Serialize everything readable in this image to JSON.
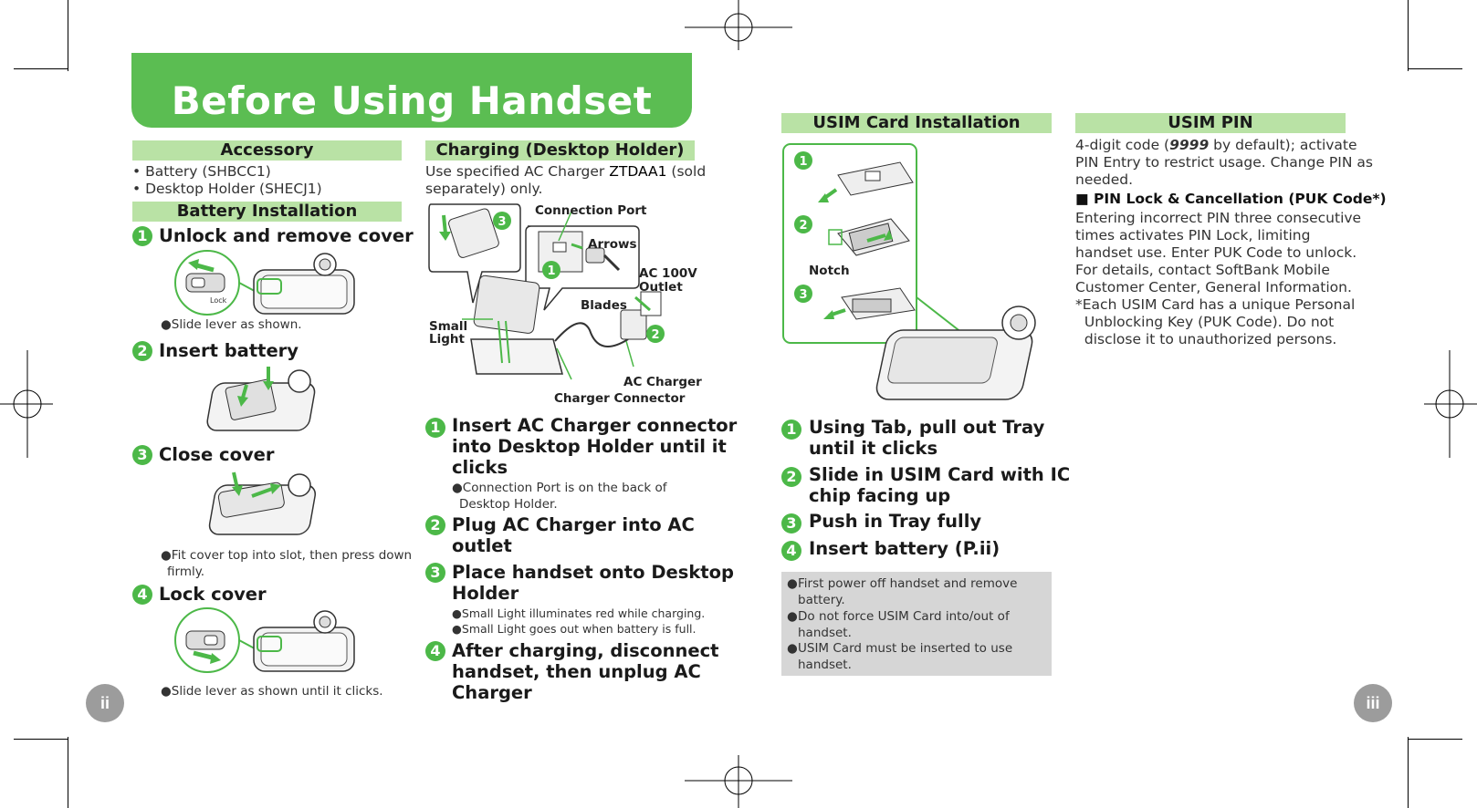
{
  "title": "Before Using Handset",
  "accessory": {
    "heading": "Accessory",
    "items": [
      "• Battery (SHBCC1)",
      "• Desktop Holder (SHECJ1)"
    ]
  },
  "battery_installation": {
    "heading": "Battery Installation",
    "steps": [
      {
        "num": "1",
        "text": "Unlock and remove cover",
        "note": "●Slide lever as shown."
      },
      {
        "num": "2",
        "text": "Insert battery"
      },
      {
        "num": "3",
        "text": "Close cover",
        "note1": "●Fit cover top into slot, then press down",
        "note2": "firmly."
      },
      {
        "num": "4",
        "text": "Lock cover",
        "note": "●Slide lever as shown until it clicks."
      }
    ],
    "lock_label": "Lock"
  },
  "charging": {
    "heading": "Charging (Desktop Holder)",
    "intro_1a": "Use specified AC Charger ",
    "intro_1b": "ZTDAA1",
    "intro_1c": " (sold",
    "intro_2": "separately) only.",
    "labels": {
      "connection_port": "Connection Port",
      "arrows": "Arrows",
      "ac_outlet_1": "AC 100V",
      "ac_outlet_2": "Outlet",
      "blades": "Blades",
      "small_light_1": "Small",
      "small_light_2": "Light",
      "ac_charger": "AC Charger",
      "charger_connector": "Charger Connector"
    },
    "steps": [
      {
        "num": "1",
        "l1": "Insert AC Charger connector",
        "l2": "into Desktop Holder until it",
        "l3": "clicks",
        "n1": "●Connection Port is on the back of",
        "n2": "Desktop Holder."
      },
      {
        "num": "2",
        "l1": "Plug AC Charger into AC",
        "l2": "outlet"
      },
      {
        "num": "3",
        "l1": "Place handset onto Desktop",
        "l2": "Holder",
        "n1": "●Small Light illuminates red while charging.",
        "n2": "●Small Light goes out when battery is full."
      },
      {
        "num": "4",
        "l1": "After charging, disconnect",
        "l2": "handset, then unplug AC",
        "l3": "Charger"
      }
    ]
  },
  "usim_install": {
    "heading": "USIM Card Installation",
    "notch_label": "Notch",
    "steps": [
      {
        "num": "1",
        "l1": "Using Tab, pull out Tray",
        "l2": "until it clicks"
      },
      {
        "num": "2",
        "l1": "Slide in USIM Card with IC",
        "l2": "chip facing up"
      },
      {
        "num": "3",
        "l1": "Push in Tray fully"
      },
      {
        "num": "4",
        "l1": "Insert battery (P.ii)"
      }
    ],
    "notes": [
      {
        "a": "First power off handset and remove",
        "b": "battery."
      },
      {
        "a": "Do not force USIM Card into/out of",
        "b": "handset."
      },
      {
        "a": "USIM Card must be inserted to use",
        "b": "handset."
      }
    ]
  },
  "usim_pin": {
    "heading": "USIM PIN",
    "p1a": "4-digit code (",
    "p1b": "9999",
    "p1c": " by default); activate",
    "p2": "PIN Entry to restrict usage. Change PIN as",
    "p3": "needed.",
    "subhead": "■ PIN Lock & Cancellation (PUK Code*)",
    "body": [
      "Entering incorrect PIN three consecutive",
      "times activates PIN Lock, limiting",
      "handset use. Enter PUK Code to unlock.",
      "For details, contact SoftBank Mobile",
      "Customer Center, General Information.",
      "*Each USIM Card has a unique Personal",
      "  Unblocking Key (PUK Code). Do not",
      "  disclose it to unauthorized persons."
    ]
  },
  "page_numbers": {
    "left": "ii",
    "right": "iii"
  }
}
